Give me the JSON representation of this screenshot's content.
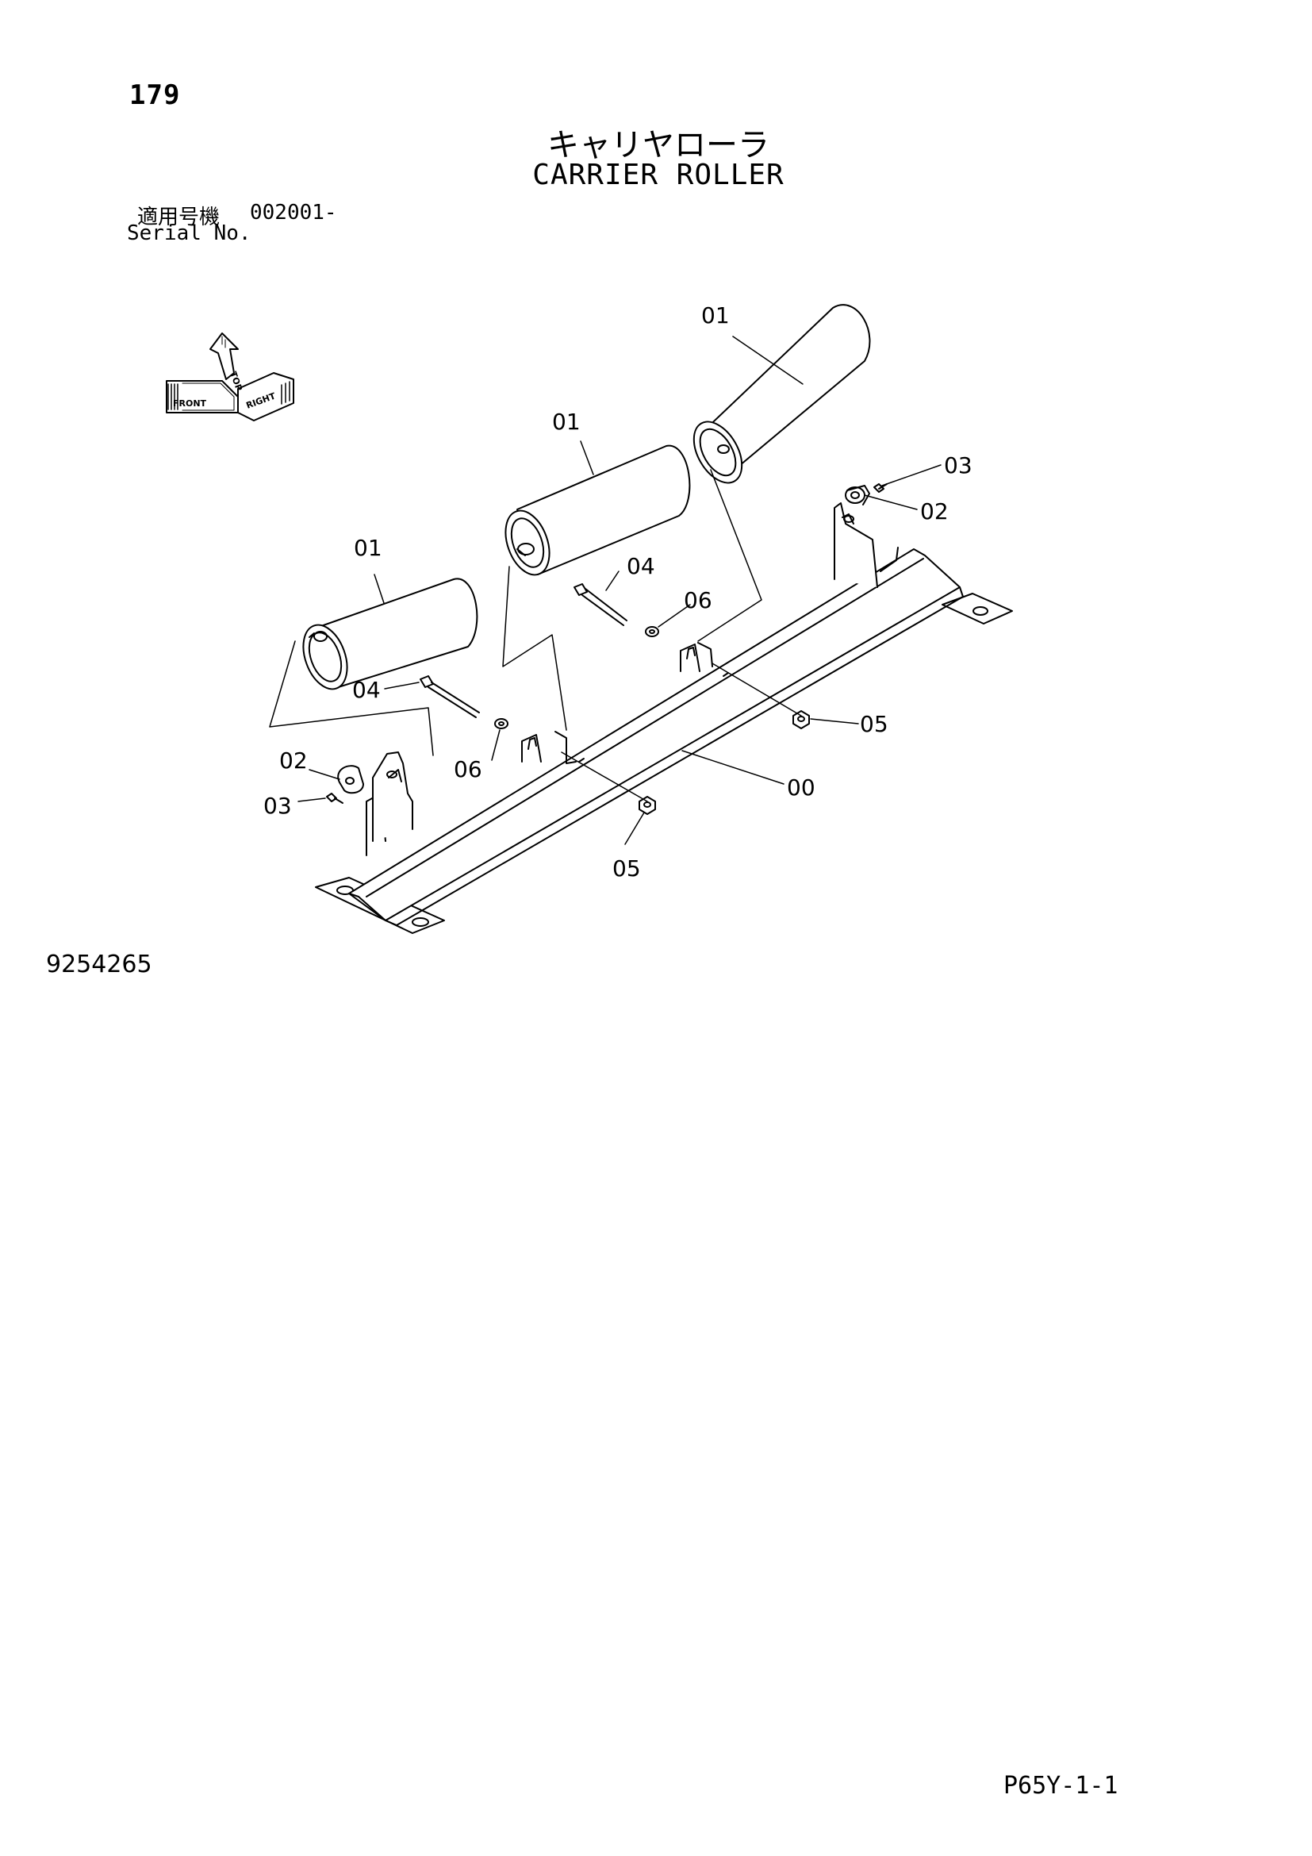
{
  "page": {
    "page_number": "179",
    "title_jp": "キャリヤローラ",
    "title_en": "CARRIER ROLLER",
    "serial_label_jp": "適用号機",
    "serial_value": "002001-",
    "serial_label_en": "Serial No.",
    "figure_number": "9254265",
    "page_code": "P65Y-1-1"
  },
  "compass": {
    "front": "FRONT",
    "right": "RIGHT",
    "top": "TOP"
  },
  "callouts": {
    "roller_a": "01",
    "roller_b": "01",
    "roller_c": "01",
    "frame": "00",
    "plate_right": "02",
    "plate_left": "02",
    "bolt_small_right": "03",
    "bolt_small_left": "03",
    "bolt_long_mid": "04",
    "bolt_long_left": "04",
    "nut_right": "05",
    "nut_left": "05",
    "washer_mid": "06",
    "washer_left": "06"
  },
  "colors": {
    "ink": "#000000",
    "paper": "#ffffff"
  }
}
